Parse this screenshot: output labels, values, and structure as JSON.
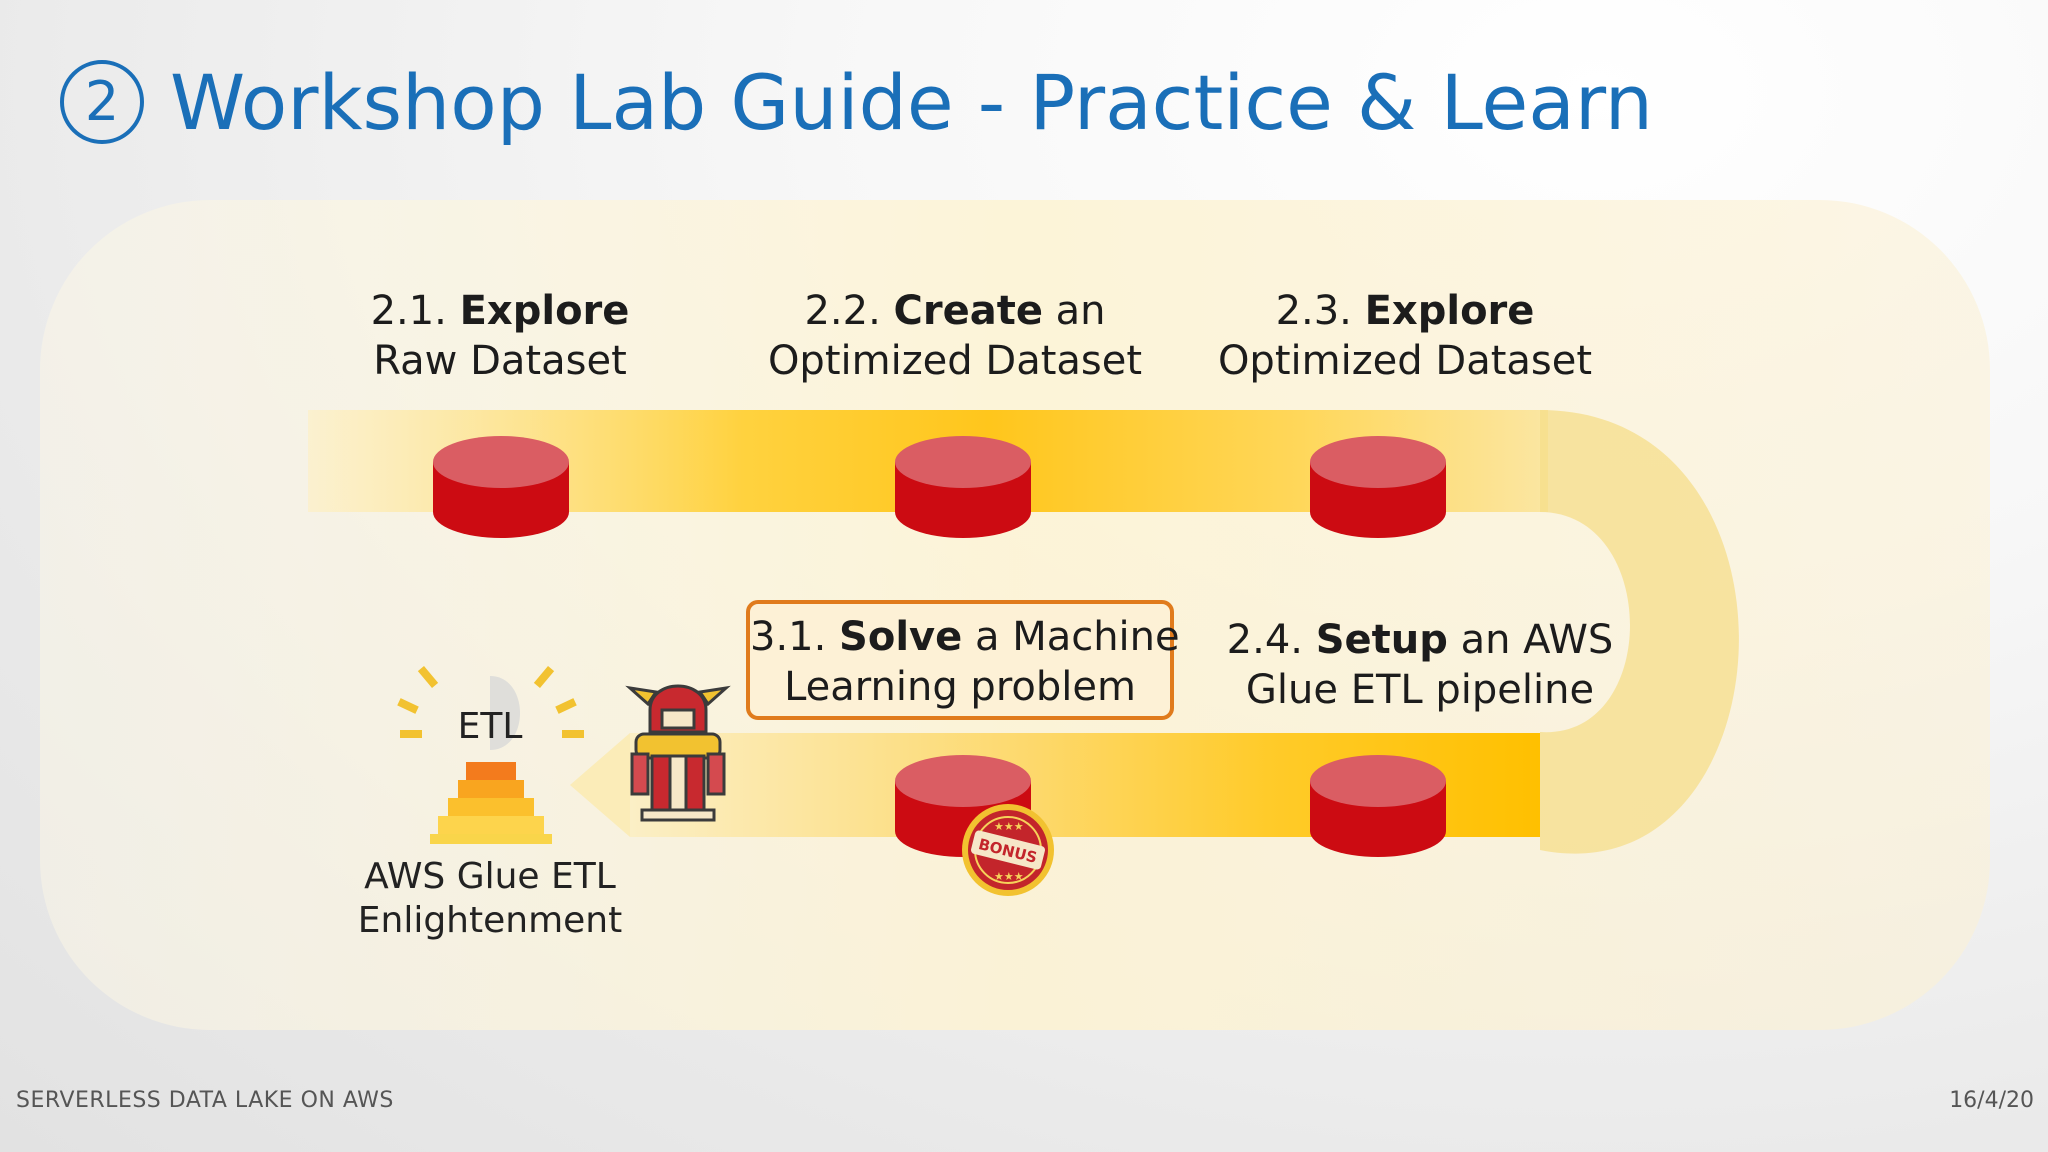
{
  "title": {
    "number": "2",
    "text": "Workshop Lab Guide - Practice & Learn"
  },
  "steps": [
    {
      "id": "2.1.",
      "bold": "Explore",
      "rest_line1": "",
      "line2": "Raw Dataset"
    },
    {
      "id": "2.2.",
      "bold": "Create",
      "rest_line1": " an",
      "line2": "Optimized Dataset"
    },
    {
      "id": "2.3.",
      "bold": "Explore",
      "rest_line1": "",
      "line2": "Optimized Dataset"
    },
    {
      "id": "2.4.",
      "bold": "Setup",
      "rest_line1": " an AWS",
      "line2": "Glue ETL pipeline"
    },
    {
      "id": "3.1.",
      "bold": "Solve",
      "rest_line1": " a Machine",
      "line2": "Learning problem"
    }
  ],
  "etl": {
    "icon_label": "ETL",
    "caption_line1": "AWS Glue ETL",
    "caption_line2": "Enlightenment"
  },
  "bonus_badge": "BONUS",
  "footer": {
    "left": "SERVERLESS DATA LAKE ON AWS",
    "right": "16/4/20"
  },
  "colors": {
    "title_blue": "#1a6fb8",
    "path_yellow": "#ffc21a",
    "path_pale": "#fbecb4",
    "cylinder_red": "#cc0b12",
    "cylinder_top": "#da5d63",
    "highlight_orange": "#e07b1c"
  },
  "icons": [
    "numbered-circle-icon",
    "database-cylinder-icon",
    "etl-pyramid-icon",
    "robot-warrior-icon",
    "bonus-badge-icon"
  ]
}
